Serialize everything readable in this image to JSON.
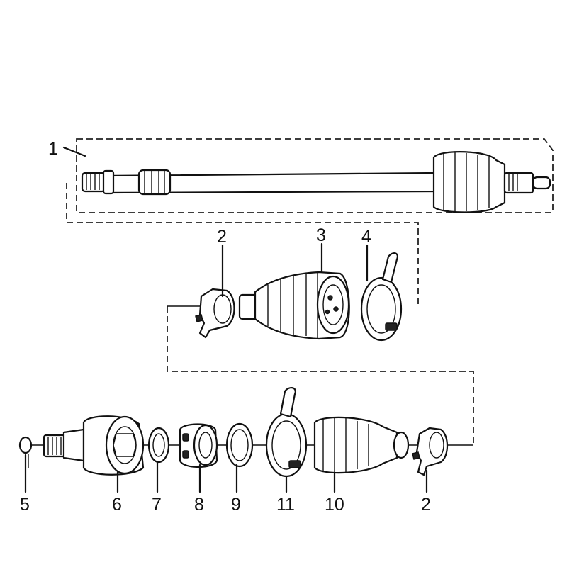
{
  "figure": {
    "callouts": [
      {
        "key": "c1",
        "text": "1"
      },
      {
        "key": "c2a",
        "text": "2"
      },
      {
        "key": "c3",
        "text": "3"
      },
      {
        "key": "c4",
        "text": "4"
      },
      {
        "key": "c5",
        "text": "5"
      },
      {
        "key": "c6",
        "text": "6"
      },
      {
        "key": "c7",
        "text": "7"
      },
      {
        "key": "c8",
        "text": "8"
      },
      {
        "key": "c9",
        "text": "9"
      },
      {
        "key": "c11",
        "text": "11"
      },
      {
        "key": "c10",
        "text": "10"
      },
      {
        "key": "c2b",
        "text": "2"
      }
    ]
  },
  "colors": {
    "line": "#111111",
    "background": "#ffffff"
  }
}
